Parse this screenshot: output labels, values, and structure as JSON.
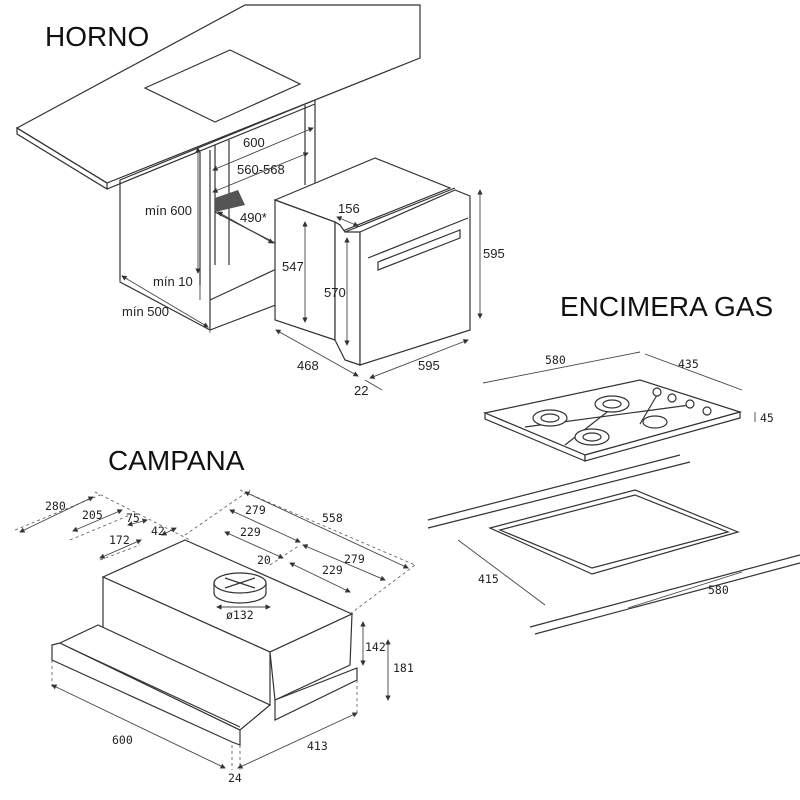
{
  "sections": {
    "horno": {
      "title": "HORNO",
      "dims": {
        "w600": "600",
        "w560": "560-568",
        "min600": "mín 600",
        "d490": "490*",
        "d156": "156",
        "h547": "547",
        "h570": "570",
        "h595": "595",
        "min10": "mín 10",
        "min500": "mín 500",
        "d468": "468",
        "w595": "595",
        "d22": "22"
      }
    },
    "encimera": {
      "title": "ENCIMERA GAS",
      "dims": {
        "w580": "580",
        "d435": "435",
        "h45": "45",
        "c415": "415",
        "c580": "580"
      }
    },
    "campana": {
      "title": "CAMPANA",
      "dims": {
        "d280": "280",
        "d205": "205",
        "d75": "75",
        "d42": "42",
        "d172": "172",
        "w279a": "279",
        "w558": "558",
        "w229a": "229",
        "w279b": "279",
        "d20": "20",
        "w229b": "229",
        "dia": "ø132",
        "h142": "142",
        "h181": "181",
        "w600": "600",
        "d413": "413",
        "d24": "24"
      }
    }
  }
}
